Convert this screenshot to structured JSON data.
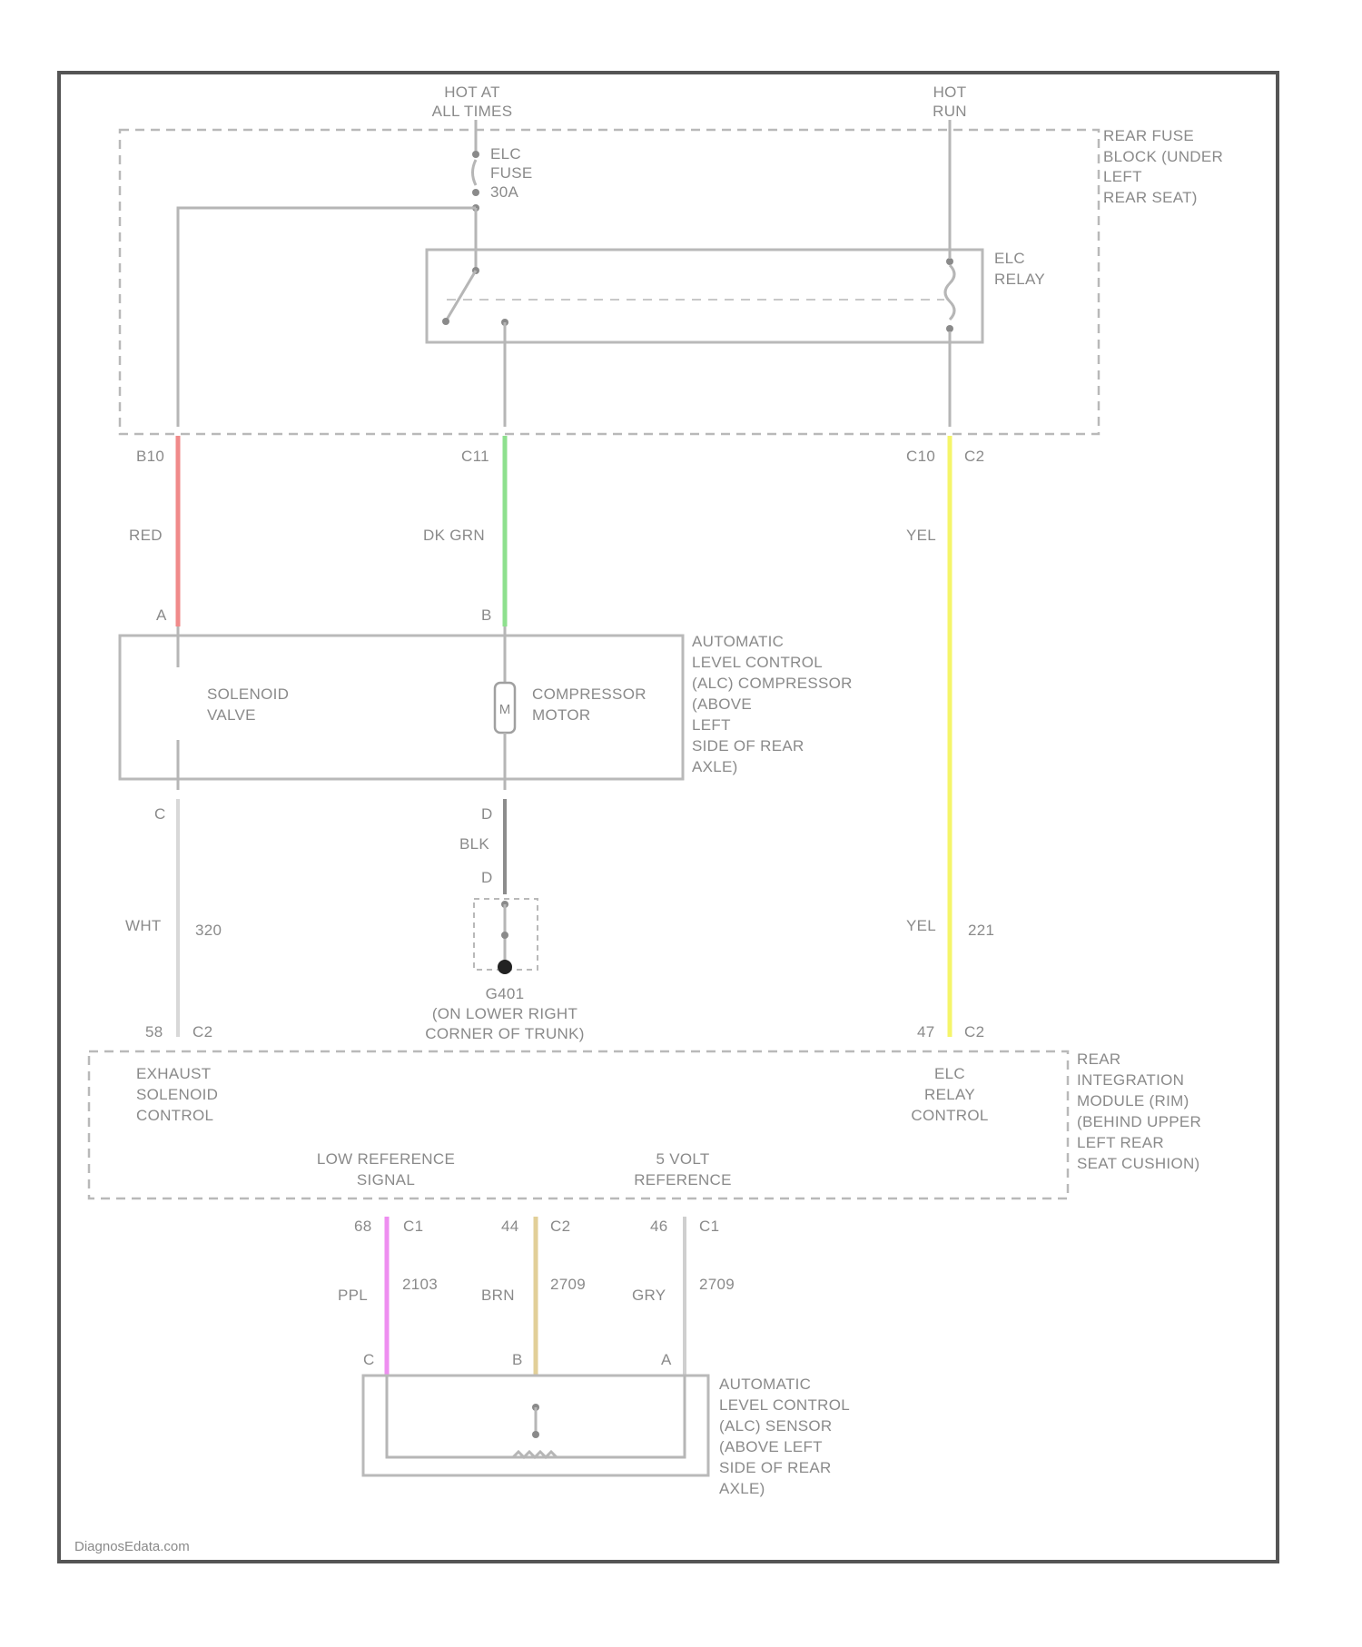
{
  "power": {
    "hot_at_all_times": [
      "HOT AT",
      "ALL TIMES"
    ],
    "hot_in_run": [
      "HOT",
      "RUN"
    ]
  },
  "fuse": [
    "ELC",
    "FUSE",
    "30A"
  ],
  "relay": [
    "ELC",
    "RELAY"
  ],
  "rear_fuse_block": [
    "REAR FUSE",
    "BLOCK (UNDER",
    "LEFT",
    "REAR SEAT)"
  ],
  "fuse_block_pins": {
    "red": "B10",
    "green": "C11",
    "yellow": "C10",
    "connector": "C2"
  },
  "wires": {
    "red": {
      "label": "RED",
      "color": "#f08a8a"
    },
    "green": {
      "label": "DK GRN",
      "color": "#8ee08e"
    },
    "yellow": {
      "label": "YEL",
      "color": "#f5f56a"
    },
    "white": {
      "label": "WHT",
      "circuit": "320",
      "color": "#d8d8d8"
    },
    "black": {
      "label": "BLK",
      "color": "#8c8c8c"
    },
    "yellow_lower": {
      "label": "YEL",
      "circuit": "221",
      "color": "#f5f56a"
    },
    "purple": {
      "label": "PPL",
      "circuit": "2103",
      "color": "#ee8ef0"
    },
    "brown": {
      "label": "BRN",
      "circuit": "2709",
      "color": "#e2cf98"
    },
    "gray": {
      "label": "GRY",
      "circuit": "2709",
      "color": "#cfcfcf"
    }
  },
  "compressor_pins": {
    "a": "A",
    "b": "B",
    "c": "C",
    "d": "D"
  },
  "solenoid": [
    "SOLENOID",
    "VALVE"
  ],
  "compressor_motor": [
    "COMPRESSOR",
    "MOTOR"
  ],
  "motor_symbol": "M",
  "compressor_module": [
    "AUTOMATIC",
    "LEVEL CONTROL",
    "(ALC) COMPRESSOR",
    "(ABOVE",
    "LEFT",
    "SIDE OF REAR",
    "AXLE)"
  ],
  "ground": {
    "pin": "D",
    "id": "G401",
    "location": [
      "(ON LOWER RIGHT",
      "CORNER OF TRUNK)"
    ]
  },
  "rim": {
    "pin_exhaust": "58",
    "pin_relay": "47",
    "connector": "C2",
    "exhaust": [
      "EXHAUST",
      "SOLENOID",
      "CONTROL"
    ],
    "relay_control": [
      "ELC",
      "RELAY",
      "CONTROL"
    ],
    "low_ref": [
      "LOW REFERENCE",
      "SIGNAL"
    ],
    "five_volt": [
      "5 VOLT",
      "REFERENCE"
    ],
    "title": [
      "REAR",
      "INTEGRATION",
      "MODULE (RIM)",
      "(BEHIND UPPER",
      "LEFT REAR",
      "SEAT CUSHION)"
    ]
  },
  "sensor_pins": {
    "purple_pin": "68",
    "purple_conn": "C1",
    "brown_pin": "44",
    "brown_conn": "C2",
    "gray_pin": "46",
    "gray_conn": "C1",
    "c": "C",
    "b": "B",
    "a": "A"
  },
  "sensor": [
    "AUTOMATIC",
    "LEVEL CONTROL",
    "(ALC) SENSOR",
    "(ABOVE LEFT",
    "SIDE OF REAR",
    "AXLE)"
  ],
  "watermark": "DiagnosEdata.com"
}
